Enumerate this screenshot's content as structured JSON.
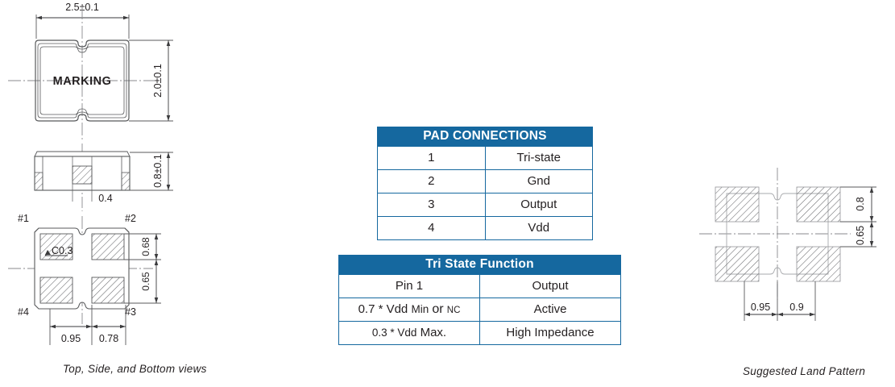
{
  "colors": {
    "table_blue": "#15689f",
    "line": "#58595b",
    "text": "#231f20",
    "hatch": "#808285",
    "white": "#ffffff"
  },
  "pad_connections": {
    "title": "PAD CONNECTIONS",
    "rows": [
      {
        "pin": "1",
        "function": "Tri-state"
      },
      {
        "pin": "2",
        "function": "Gnd"
      },
      {
        "pin": "3",
        "function": "Output"
      },
      {
        "pin": "4",
        "function": "Vdd"
      }
    ]
  },
  "tri_state": {
    "title": "Tri State Function",
    "header": {
      "col1": "Pin 1",
      "col2": "Output"
    },
    "rows": [
      {
        "condition_a": "0.7 * Vdd",
        "condition_qualifier": "Min",
        "condition_or": "or",
        "condition_nc": "NC",
        "result": "Active"
      },
      {
        "condition_a": "0.3 * Vdd",
        "condition_qualifier": "Max.",
        "result": "High Impedance"
      }
    ]
  },
  "captions": {
    "left": "Top, Side, and  Bottom  views",
    "right": "Suggested Land Pattern"
  },
  "top_view": {
    "marking_label": "MARKING",
    "dim_width": "2.5±0.1",
    "dim_height": "2.0±0.1"
  },
  "side_view": {
    "dim_center": "0.4",
    "dim_thickness": "0.8±0.1"
  },
  "bottom_view": {
    "pin_labels": {
      "p1": "#1",
      "p2": "#2",
      "p3": "#3",
      "p4": "#4"
    },
    "chamfer": "C0.3",
    "dim_pad_height": "0.68",
    "dim_pad_pitch": "0.65",
    "dim_a": "0.95",
    "dim_b": "0.78"
  },
  "land_pattern": {
    "dim_pad_height": "0.8",
    "dim_pad_pitch": "0.65",
    "dim_a": "0.95",
    "dim_b": "0.9"
  }
}
